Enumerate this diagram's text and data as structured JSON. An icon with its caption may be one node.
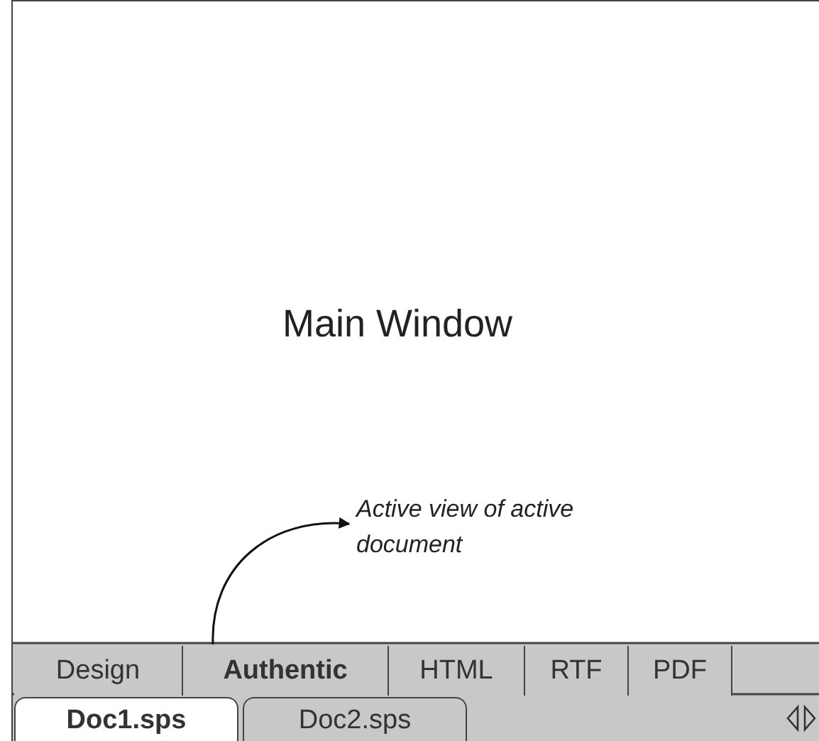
{
  "diagram": {
    "nodes": [
      {
        "text": [
          "Main Window"
        ]
      },
      {
        "text": [
          "Active view of active document"
        ],
        "in": 0
      },
      {
        "text": [
          "Design"
        ],
        "in": 0
      },
      {
        "text": [
          "Authentic"
        ],
        "in": 0
      },
      {
        "text": [
          "HTML"
        ],
        "in": 0
      },
      {
        "text": [
          "RTF"
        ],
        "in": 0
      },
      {
        "text": [
          "PDF"
        ],
        "in": 0
      },
      {
        "text": [
          "Doc1.sps"
        ],
        "in": 0
      },
      {
        "text": [
          "Doc2.sps"
        ],
        "in": 0
      }
    ],
    "edges": [
      {
        "from": 3,
        "to": 1,
        "arrow": "to"
      }
    ]
  }
}
